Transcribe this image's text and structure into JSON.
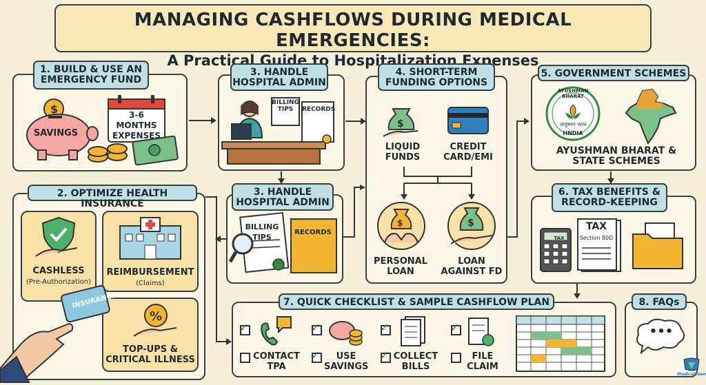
{
  "title": {
    "line1": "MANAGING CASHFLOWS DURING MEDICAL EMERGENCIES:",
    "line2": "A Practical Guide to Hospitalization Expenses"
  },
  "section1": {
    "header": "1. BUILD & USE AN EMERGENCY FUND",
    "savings_label": "SAVINGS",
    "calendar_label": "3-6 MONTHS EXPENSES"
  },
  "section2": {
    "header": "2. OPTIMIZE HEALTH INSURANCE",
    "cashless": "CASHLESS",
    "cashless_sub": "(Pre-Authorization)",
    "reimbursement": "REIMBURSEMENT",
    "reimbursement_sub": "(Claims)",
    "insurance_card": "INSURANCE",
    "topups": "TOP-UPS & CRITICAL ILLNESS"
  },
  "section3a": {
    "header": "3. HANDLE HOSPITAL ADMIN",
    "billing": "BILLING TIPS",
    "records": "RECORDS"
  },
  "section3b": {
    "header": "3. HANDLE HOSPITAL ADMIN",
    "billing": "BILLING TIPS",
    "records": "RECORDS"
  },
  "section4": {
    "header": "4. SHORT-TERM FUNDING OPTIONS",
    "liquid": "LIQUID FUNDS",
    "credit": "CREDIT CARD/EMI",
    "personal": "PERSONAL LOAN",
    "fd": "LOAN AGAINST FD"
  },
  "section5": {
    "header": "5. GOVERNMENT SCHEMES",
    "seal_top": "AYUSHMAN BHARAT",
    "seal_bottom": "HNDIA",
    "seal_mid": "आयुष्मान भारत",
    "label": "AYUSHMAN BHARAT & STATE SCHEMES"
  },
  "section6": {
    "header": "6. TAX BENEFITS & RECORD-KEEPING",
    "calc": "TAX",
    "doc_title": "TAX",
    "doc_sub": "Section 80D"
  },
  "section7": {
    "header": "7. QUICK CHECKLIST & SAMPLE CASHFLOW PLAN",
    "items": [
      "CONTACT TPA",
      "USE SAVINGS",
      "COLLECT BILLS",
      "FILE CLAIM"
    ]
  },
  "section8": {
    "header": "8. FAQs",
    "bubble": "•••"
  },
  "logo": {
    "text": "MedicalTeam"
  },
  "colors": {
    "header_bg": "#bfe0e6",
    "title_bg": "#f9e8b8",
    "panel_bg": "#fbf6e6",
    "card_bg": "#f7e1a6"
  }
}
